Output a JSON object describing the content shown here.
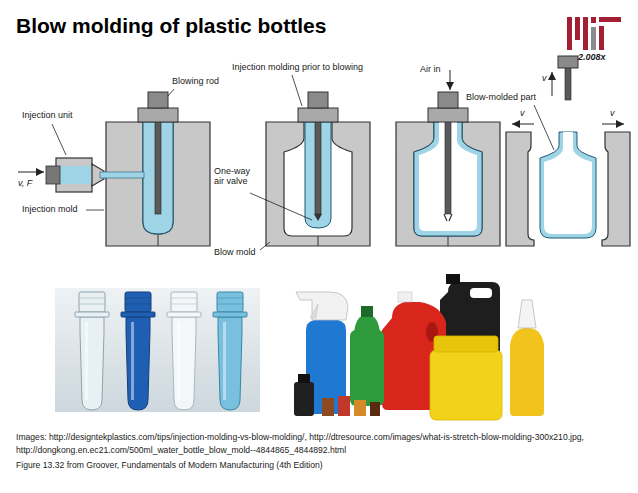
{
  "diagram": {
    "title": "Blow molding of plastic bottles",
    "labels": [
      "2.008x",
      "Injection unit",
      "Blowing rod",
      "Injection molding prior to blowing",
      "Air in",
      "v",
      "Blow-molded part",
      "v",
      "v",
      "v, F",
      "One-way air valve",
      "Injection mold",
      "Blow mold",
      "Images: http://designtekplastics.com/tips/injection-molding-vs-blow-molding/, http://dtresource.com/images/what-is-stretch-blow-molding-300x210.jpg, http://dongkong.en.ec21.com/500ml_water_bottle_blow_mold--4844865_4844892.html",
      "Figure 13.32 from Groover, Fundamentals of Modern Manufacturing (4th Edition)"
    ]
  }
}
